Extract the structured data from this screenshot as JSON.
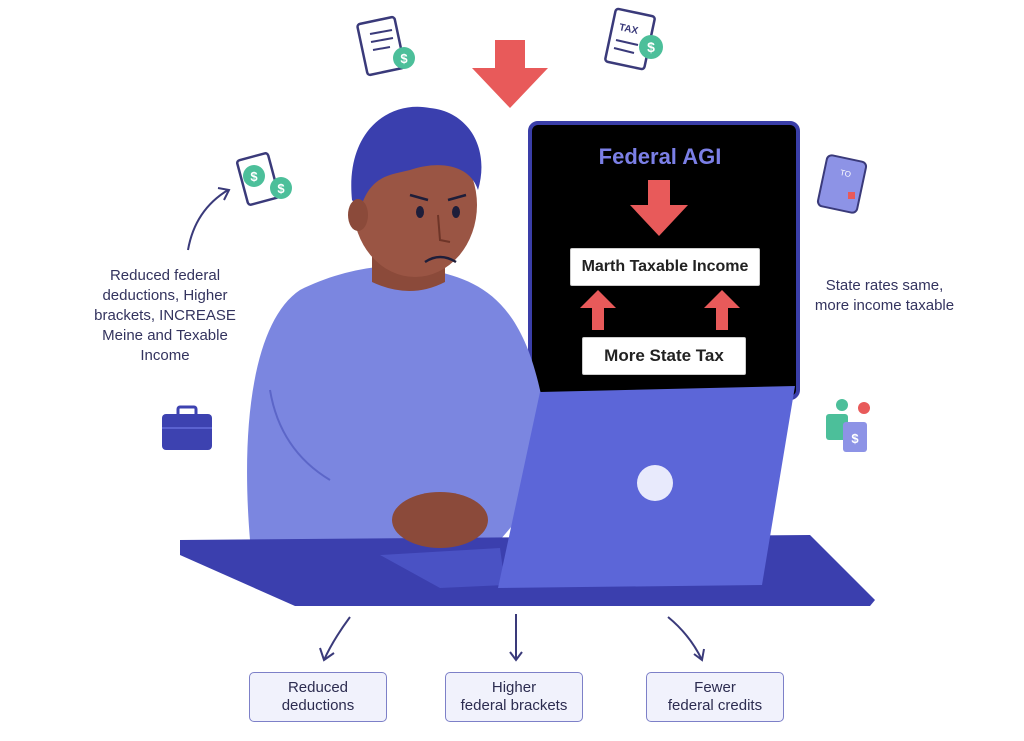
{
  "screen": {
    "title": "Federal AGI",
    "middle_box": "Marth Taxable Income",
    "bottom_box": "More State Tax"
  },
  "left_note": "Reduced federal deductions, Higher brackets, INCREASE Meine and Texable Income",
  "right_note": "State rates same, more income taxable",
  "bottom_boxes": [
    {
      "line1": "Reduced",
      "line2": "deductions"
    },
    {
      "line1": "Higher",
      "line2": "federal brackets"
    },
    {
      "line1": "Fewer",
      "line2": "federal credits"
    }
  ],
  "icons": {
    "tax_doc_label": "TAX",
    "calculator_label": "TO",
    "dollar": "$"
  },
  "colors": {
    "sweater": "#7b86e0",
    "desk": "#3b3fae",
    "arrow": "#e85a5a",
    "screen": "#000000",
    "laptop": "#5c66d8"
  }
}
